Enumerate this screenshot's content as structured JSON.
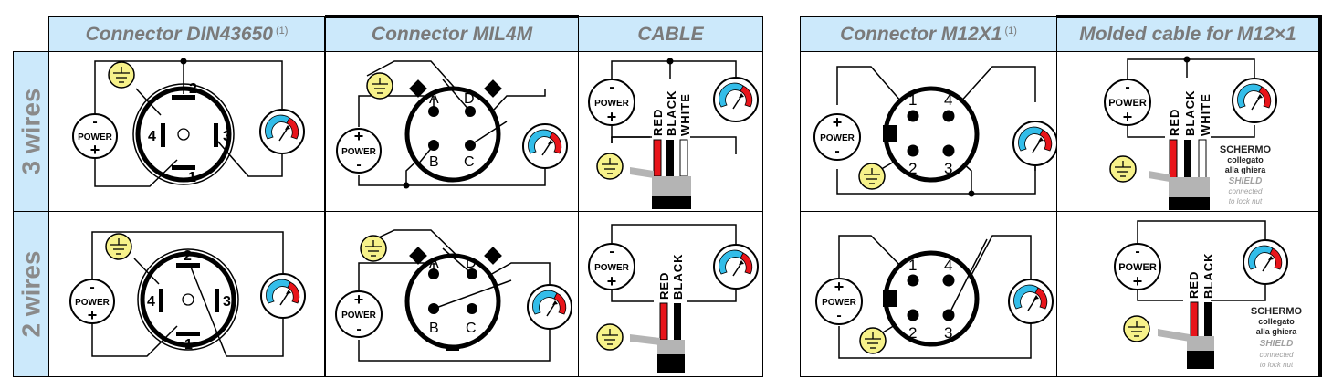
{
  "headers": [
    {
      "label": "Connector DIN43650",
      "note": "(1)"
    },
    {
      "label": "Connector MIL4M",
      "note": ""
    },
    {
      "label": "CABLE",
      "note": ""
    },
    {
      "label": "Connector M12X1",
      "note": "(1)"
    },
    {
      "label": "Molded cable for M12×1",
      "note": ""
    }
  ],
  "rows": [
    {
      "label": "3 wires"
    },
    {
      "label": "2 wires"
    }
  ],
  "symbols": {
    "power": "POWER",
    "plus": "+",
    "minus": "-"
  },
  "din_pins": [
    "1",
    "2",
    "3",
    "4"
  ],
  "mil_pins": [
    "A",
    "B",
    "C",
    "D"
  ],
  "m12_pins": [
    "1",
    "2",
    "3",
    "4"
  ],
  "wires": {
    "red": "RED",
    "black": "BLACK",
    "white": "WHITE"
  },
  "shield_note": {
    "it_title": "SCHERMO",
    "it_line1": "collegato",
    "it_line2": "alla ghiera",
    "en_title": "SHIELD",
    "en_line1": "connected",
    "en_line2": "to lock nut"
  },
  "colors": {
    "header_bg": "#cce9fb",
    "ground_fill": "#f7f28a",
    "gauge_blue": "#33bde9",
    "gauge_red": "#e8141a",
    "wire_red": "#e8141a",
    "shield_gray": "#b4b4b4"
  }
}
